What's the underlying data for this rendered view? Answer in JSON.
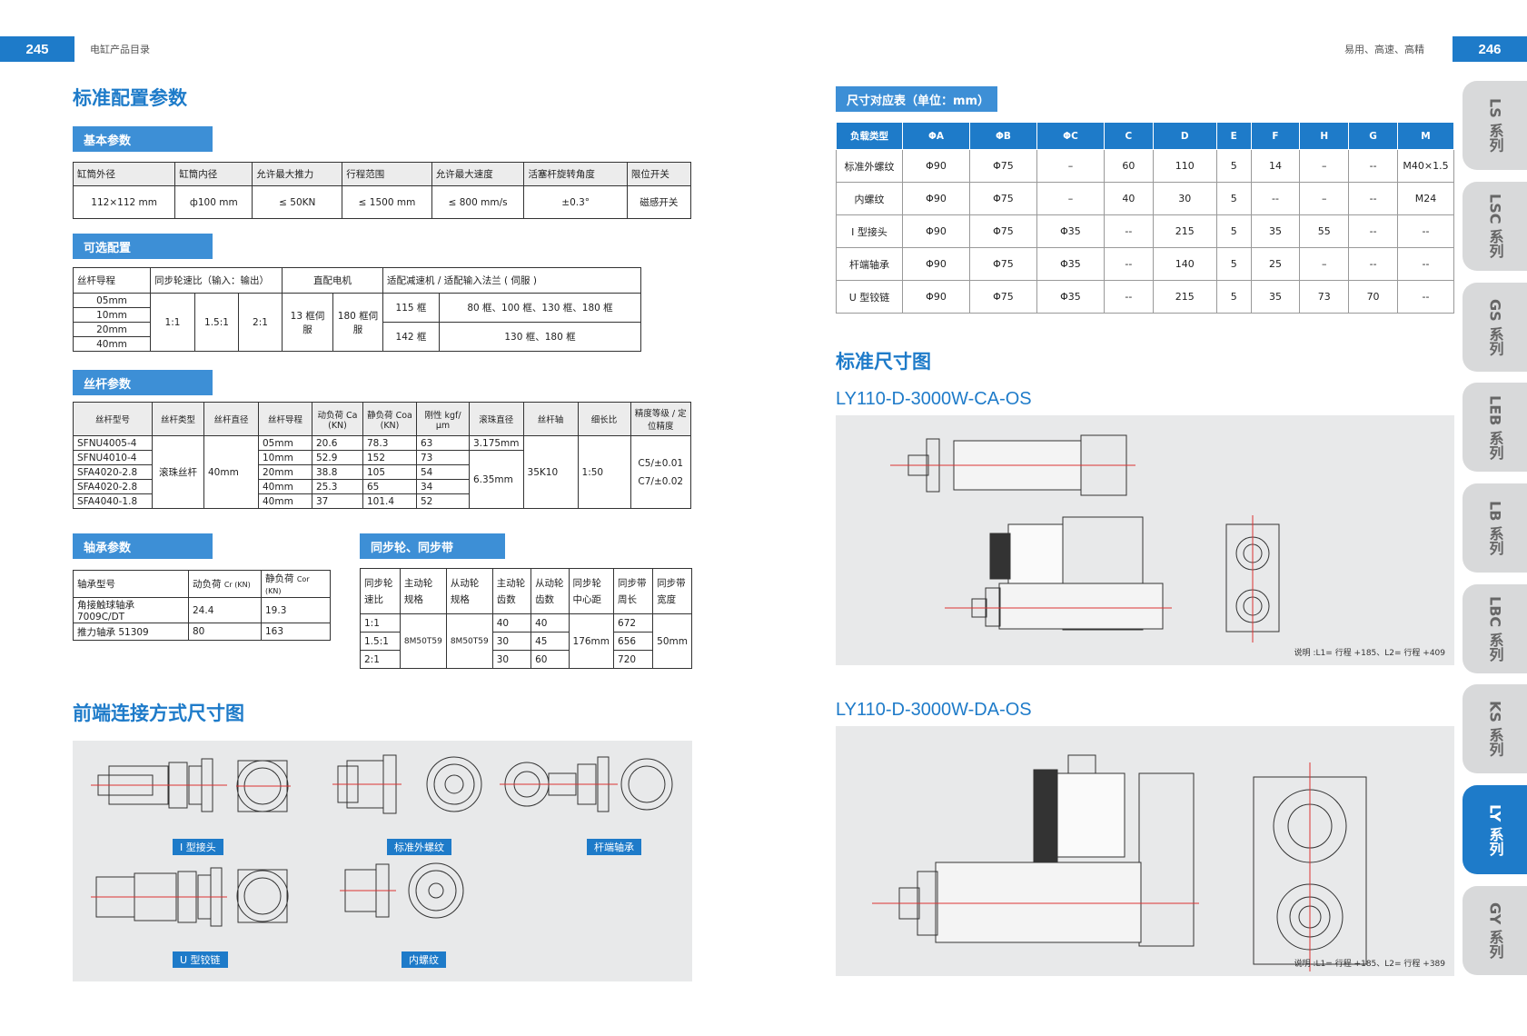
{
  "header": {
    "left_page": "245",
    "left_title": "电缸产品目录",
    "right_slogan": "易用、高速、高精",
    "right_page": "246"
  },
  "left": {
    "main_title": "标准配置参数",
    "basic": {
      "bar": "基本参数",
      "headers": [
        "缸筒外径",
        "缸筒内径",
        "允许最大推力",
        "行程范围",
        "允许最大速度",
        "活塞杆旋转角度",
        "限位开关"
      ],
      "values": [
        "112×112 mm",
        "ф100 mm",
        "≤ 50KN",
        "≤ 1500 mm",
        "≤ 800 mm/s",
        "±0.3°",
        "磁感开关"
      ]
    },
    "optional": {
      "bar": "可选配置",
      "h_lead": "丝杆导程",
      "h_ratio": "同步轮速比（输入：输出）",
      "h_motor": "直配电机",
      "h_reducer": "适配减速机 / 适配输入法兰 ( 伺服 )",
      "leads": [
        "05mm",
        "10mm",
        "20mm",
        "40mm"
      ],
      "ratios": [
        "1:1",
        "1.5:1",
        "2:1"
      ],
      "motors": [
        "13 框伺服",
        "180 框伺服"
      ],
      "reducers": [
        {
          "frame": "115 框",
          "flanges": "80 框、100 框、130 框、180 框"
        },
        {
          "frame": "142 框",
          "flanges": "130 框、180 框"
        }
      ]
    },
    "screw": {
      "bar": "丝杆参数",
      "headers": [
        "丝杆型号",
        "丝杆类型",
        "丝杆直径",
        "丝杆导程",
        "动负荷 Ca (KN)",
        "静负荷 Coa (KN)",
        "刚性 kgf/μm",
        "滚珠直径",
        "丝杆轴",
        "细长比",
        "精度等级 / 定位精度"
      ],
      "models": [
        "SFNU4005-4",
        "SFNU4010-4",
        "SFA4020-2.8",
        "SFA4020-2.8",
        "SFA4040-1.8"
      ],
      "type": "滚珠丝杆",
      "diameter": "40mm",
      "leads": [
        "05mm",
        "10mm",
        "20mm",
        "40mm",
        "40mm"
      ],
      "ca": [
        "20.6",
        "52.9",
        "38.8",
        "25.3",
        "37"
      ],
      "coa": [
        "78.3",
        "152",
        "105",
        "65",
        "101.4"
      ],
      "rigidity": [
        "63",
        "73",
        "54",
        "34",
        "52"
      ],
      "ball1": "3.175mm",
      "ball2": "6.35mm",
      "shaft": "35K10",
      "ratio": "1:50",
      "precision1": "C5/±0.01",
      "precision2": "C7/±0.02"
    },
    "bearing": {
      "bar": "轴承参数",
      "h1": "轴承型号",
      "h2": "动负荷",
      "h2u": "Cr (KN)",
      "h3": "静负荷",
      "h3u": "Cor (KN)",
      "rows": [
        {
          "model": "角接触球轴承 7009C/DT",
          "cr": "24.4",
          "cor": "19.3"
        },
        {
          "model": "推力轴承 51309",
          "cr": "80",
          "cor": "163"
        }
      ]
    },
    "belt": {
      "bar": "同步轮、同步带",
      "headers": [
        "同步轮速比",
        "主动轮规格",
        "从动轮规格",
        "主动轮齿数",
        "从动轮齿数",
        "同步轮中心距",
        "同步带周长",
        "同步带宽度"
      ],
      "ratios": [
        "1:1",
        "1.5:1",
        "2:1"
      ],
      "drive_spec": "8M50T59",
      "driven_spec": "8M50T59",
      "drive_teeth": [
        "40",
        "30",
        "30"
      ],
      "driven_teeth": [
        "40",
        "45",
        "60"
      ],
      "center": "176mm",
      "perimeter": [
        "672",
        "656",
        "720"
      ],
      "width": "50mm"
    },
    "front_title": "前端连接方式尺寸图",
    "front_captions": [
      "I 型接头",
      "标准外螺纹",
      "杆端轴承",
      "U 型铰链",
      "内螺纹"
    ]
  },
  "right": {
    "dim_bar": "尺寸对应表（单位：mm）",
    "dim_headers": [
      "负载类型",
      "ΦA",
      "ΦB",
      "ΦC",
      "C",
      "D",
      "E",
      "F",
      "H",
      "G",
      "M"
    ],
    "dim_rows": [
      [
        "标准外螺纹",
        "Φ90",
        "Φ75",
        "–",
        "60",
        "110",
        "5",
        "14",
        "–",
        "--",
        "M40×1.5"
      ],
      [
        "内螺纹",
        "Φ90",
        "Φ75",
        "–",
        "40",
        "30",
        "5",
        "--",
        "–",
        "--",
        "M24"
      ],
      [
        "I 型接头",
        "Φ90",
        "Φ75",
        "Φ35",
        "--",
        "215",
        "5",
        "35",
        "55",
        "--",
        "--"
      ],
      [
        "杆端轴承",
        "Φ90",
        "Φ75",
        "Φ35",
        "--",
        "140",
        "5",
        "25",
        "–",
        "--",
        "--"
      ],
      [
        "U 型铰链",
        "Φ90",
        "Φ75",
        "Φ35",
        "--",
        "215",
        "5",
        "35",
        "73",
        "70",
        "--"
      ]
    ],
    "std_title": "标准尺寸图",
    "model1": "LY110-D-3000W-CA-OS",
    "model2": "LY110-D-3000W-DA-OS",
    "note1": "说明 :L1= 行程 +185、L2= 行程 +409",
    "note2": "说明 :L1= 行程 +185、L2= 行程 +389"
  },
  "tabs": [
    "LS 系列",
    "LSC 系列",
    "GS 系列",
    "LEB 系列",
    "LB 系列",
    "LBC 系列",
    "KS 系列",
    "LY 系列",
    "GY 系列"
  ],
  "active_tab": "LY 系列"
}
